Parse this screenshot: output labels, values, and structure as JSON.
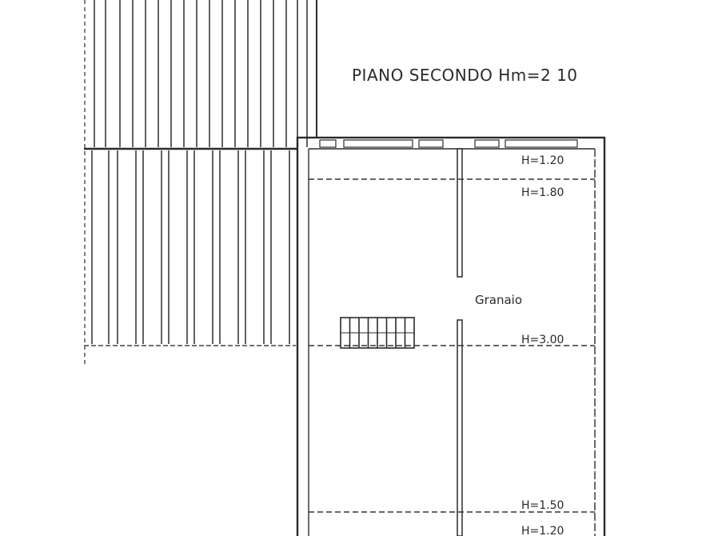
{
  "drawing": {
    "title": "PIANO SECONDO Hm=2 10",
    "room_label": "Granaio",
    "heights": [
      "H=1.20",
      "H=1.80",
      "H=3.00",
      "H=1.50",
      "H=1.20"
    ]
  }
}
